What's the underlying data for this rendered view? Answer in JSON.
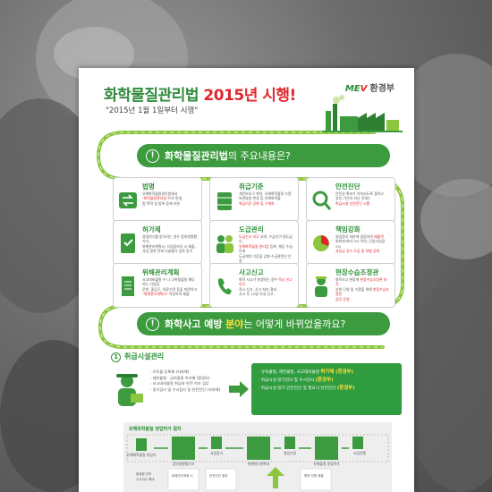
{
  "poster": {
    "title_main": "화학물질관리법 ",
    "title_red": "2015년 시행!",
    "subtitle": "\"2015년 1월 1일부터 시행\"",
    "logo_mark": "ME",
    "logo_mark_v": "V",
    "logo_text": "환경부"
  },
  "section1": {
    "banner_bold": "화학물질관리법",
    "banner_rest": "의 주요내용은?",
    "cards": [
      {
        "title": "법명",
        "line1": "유해화학물질관리법에서",
        "line2_red": "\"화학물질관리법\"",
        "line2": "으로 변경,",
        "line3": "법 목적 및 범위 등에 보완"
      },
      {
        "title": "취급기준",
        "line1": "개인보호구 착용, 유해화학물질 드럼",
        "line2": "보관방법 변경 등 유해화학물",
        "line3_red": "취급기준 강화 및 구체화"
      },
      {
        "title": "안전진단",
        "line1": "안전성 확보가 지속되도록 정하고",
        "line2": "일부 기간의 지난 후에는",
        "line3_red": "취급시설 안전진단 시행"
      },
      {
        "title": "허가제",
        "line1": "영업허가를 받으려는 경우 장외영향평가서,",
        "line2": "위해관리계획서, 사업장보유 시 제출,",
        "line3": "사업 영위 전에 기술평가 검토 받기"
      },
      {
        "title": "도급관리",
        "line1_red": "도급신고 의무",
        "line1": " 부여, 수급인이 원도급인,",
        "line2_red": "유해화학물질 관리업",
        "line2": " 등록, 해당 수급인에",
        "line3": "도급계약 기준을 갖춰 수급관련인 인증"
      },
      {
        "title": "책임강화",
        "line1": "영업정지 처분에 갈음하여 ",
        "line1_red": "매출액",
        "line2": "위반에 따라 5% 이하, 단일사업장 2%",
        "line3_red": "과징금 징수 도입 및 처벌 강화"
      },
      {
        "title": "위해관리계획",
        "line1": "사고대비물질 수 나 고위험물질 해당하는 사업장,",
        "line2": "운반, 출입구, 의료기관 등을 마련하고",
        "line3_red": "\"위해관리계획서\"",
        "line3": " 작성하여 제출"
      },
      {
        "title": "사고신고",
        "line1": "화학 사고가 발생하는 경우 ",
        "line1_red": "즉시 신고 의무",
        "line2": "즉시 신고, 사고 처리 결과",
        "line3": "사고 후 15일 이내 신고"
      },
      {
        "title": "현장수습조정관",
        "line1": "화학사고 현장에 ",
        "line1_red": "현장수습조정관 파견,",
        "line2": "상위 단위 및 기관을 위해 ",
        "line2_red": "현장수습조정관",
        "line3_red": "업무 운영"
      }
    ]
  },
  "section2": {
    "banner_bold": "화학사고 예방",
    "banner_yellow": "분야",
    "banner_rest": "는 어떻게 바뀌었을까요?",
    "head_num": "1",
    "head_label": "취급시설관리",
    "notes": [
      "· 유독물 등록제 (지자체)",
      "· 제한물질 · 금지물질 허가제 (환경부)",
      "· 사고대비물질 취급자 안전 허가 업무",
      "· 정기검사 및 수시검사 및 안전진단 (지자체)"
    ],
    "green_lines": [
      {
        "text": "· 유독물질, 제한물질, 사고대비물질 ",
        "y": "허가제 (환경부)"
      },
      {
        "text": "· 취급시설 정기검사 및 수시검사 ",
        "y": "(환경부)"
      },
      {
        "text": "· 취급시설 정기 안전진단 및 필요시 안전진단 ",
        "y": "(환경부)"
      }
    ],
    "process_label": "유해화학물질 영업허가 절차",
    "steps": [
      "유해화학물질 취급자",
      "장외영향평가서",
      "사업장가",
      "위해관리계획서",
      "영업신청",
      "유해물질 영업허가",
      "사업진행"
    ],
    "bottom_notes": [
      "발생량 규모",
      "사고지수 확대",
      "위해관리계획 시",
      "안전진단 결과",
      "향후 민원 제출"
    ]
  }
}
